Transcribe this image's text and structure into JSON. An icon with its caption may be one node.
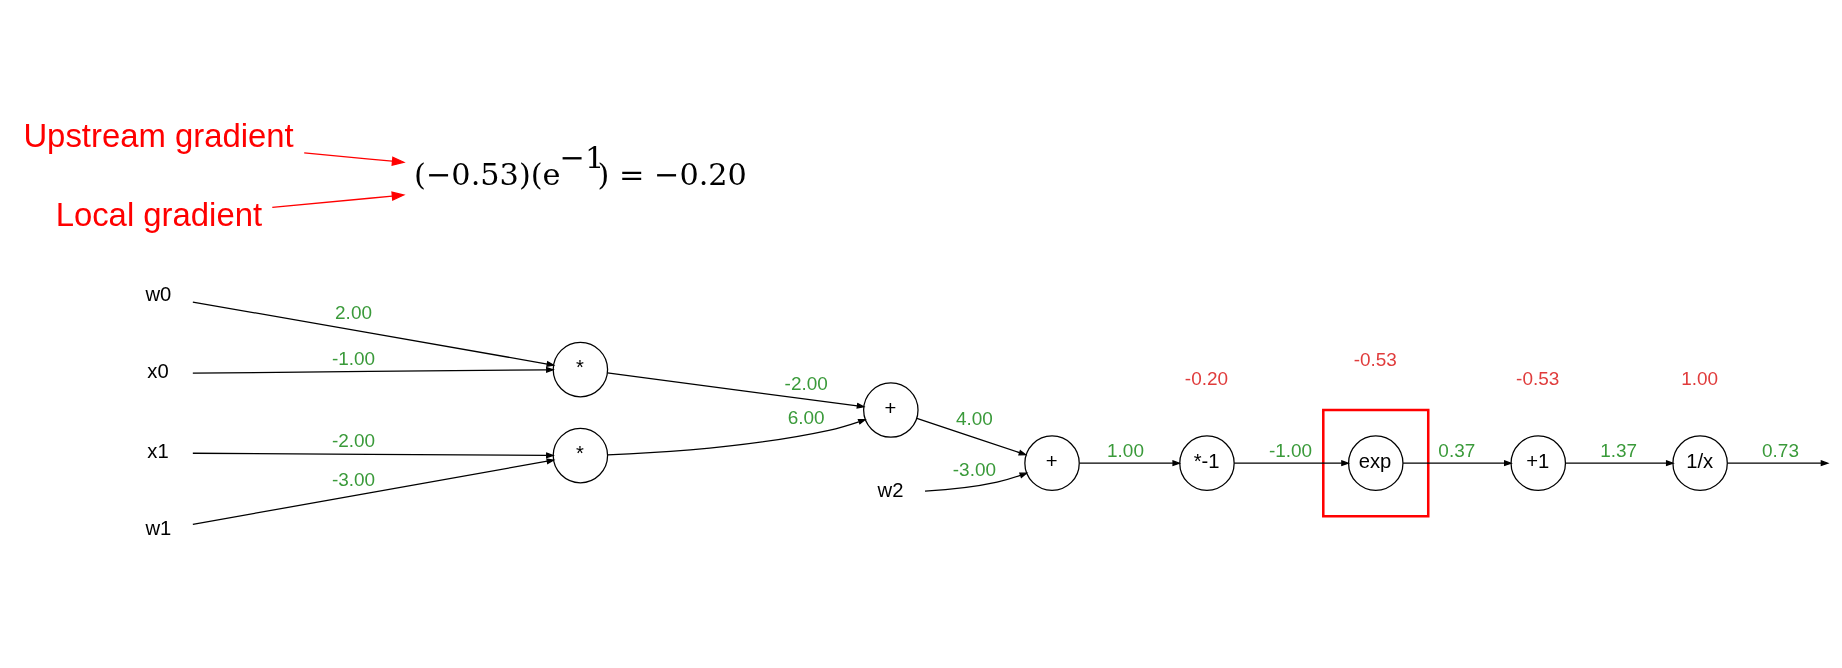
{
  "diagram": {
    "nodes": [
      {
        "text": [
          "w0"
        ]
      },
      {
        "text": [
          "x0"
        ]
      },
      {
        "text": [
          "w1"
        ]
      },
      {
        "text": [
          "x1"
        ]
      },
      {
        "text": [
          "w2"
        ]
      },
      {
        "text": [
          "*"
        ]
      },
      {
        "text": [
          "*"
        ]
      },
      {
        "text": [
          "+"
        ]
      },
      {
        "text": [
          "+"
        ]
      },
      {
        "text": [
          "*-1"
        ]
      },
      {
        "text": [],
        "shape": "box"
      },
      {
        "text": [
          "exp"
        ],
        "in": 10
      },
      {
        "text": [
          "+1"
        ]
      },
      {
        "text": [
          "1/x"
        ]
      },
      {
        "text": [
          "Upstream gradient"
        ]
      },
      {
        "text": [
          "Local gradient"
        ]
      },
      {
        "text": [
          "(−0.53)(e$^{−1}$) = −0.20"
        ]
      }
    ],
    "edges": [
      {
        "from": 0,
        "to": 5,
        "arrow": "to",
        "label": "2.00"
      },
      {
        "from": 1,
        "to": 5,
        "arrow": "to",
        "label": "-1.00"
      },
      {
        "from": 2,
        "to": 6,
        "arrow": "to",
        "label": "-3.00"
      },
      {
        "from": 3,
        "to": 6,
        "arrow": "to",
        "label": "-2.00"
      },
      {
        "from": 5,
        "to": 7,
        "arrow": "to",
        "label": "-2.00"
      },
      {
        "from": 6,
        "to": 7,
        "arrow": "to",
        "label": "6.00"
      },
      {
        "from": 7,
        "to": 8,
        "arrow": "to",
        "label": "4.00"
      },
      {
        "from": 4,
        "to": 8,
        "arrow": "to",
        "label": "-3.00"
      },
      {
        "from": 8,
        "to": 9,
        "arrow": "to",
        "label": "1.00"
      },
      {
        "from": 9,
        "to": 11,
        "arrow": "to",
        "label": "-1.00"
      },
      {
        "from": 11,
        "to": 12,
        "arrow": "to",
        "label": "0.37"
      },
      {
        "from": 12,
        "to": 13,
        "arrow": "to",
        "label": "1.37"
      },
      {
        "from": 13,
        "to": null,
        "arrow": "to",
        "label": "0.73"
      },
      {
        "from": 14,
        "to": 16,
        "arrow": "to",
        "color": "#ff0000"
      },
      {
        "from": 15,
        "to": 16,
        "arrow": "to",
        "color": "#ff0000"
      }
    ],
    "labels": [
      "-0.20",
      "-0.53",
      "-0.53",
      "1.00"
    ]
  }
}
